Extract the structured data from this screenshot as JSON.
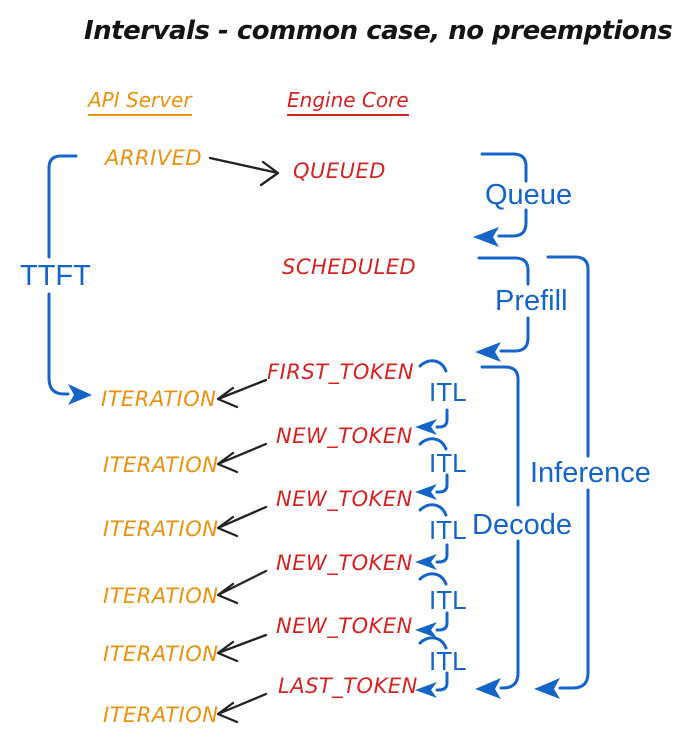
{
  "title": "Intervals - common case, no preemptions",
  "api_server": {
    "header": "API Server",
    "events": [
      "ARRIVED",
      "ITERATION",
      "ITERATION",
      "ITERATION",
      "ITERATION",
      "ITERATION",
      "ITERATION"
    ]
  },
  "engine_core": {
    "header": "Engine Core",
    "events": [
      "QUEUED",
      "SCHEDULED",
      "FIRST_TOKEN",
      "NEW_TOKEN",
      "NEW_TOKEN",
      "NEW_TOKEN",
      "NEW_TOKEN",
      "LAST_TOKEN"
    ]
  },
  "intervals": {
    "ttft": "TTFT",
    "queue": "Queue",
    "prefill": "Prefill",
    "itl": "ITL",
    "decode": "Decode",
    "inference": "Inference"
  },
  "colors": {
    "api_server": "#E8920F",
    "engine_core": "#D42422",
    "interval": "#1565C8",
    "arrow": "#222222",
    "background": "#FFFFFF"
  }
}
